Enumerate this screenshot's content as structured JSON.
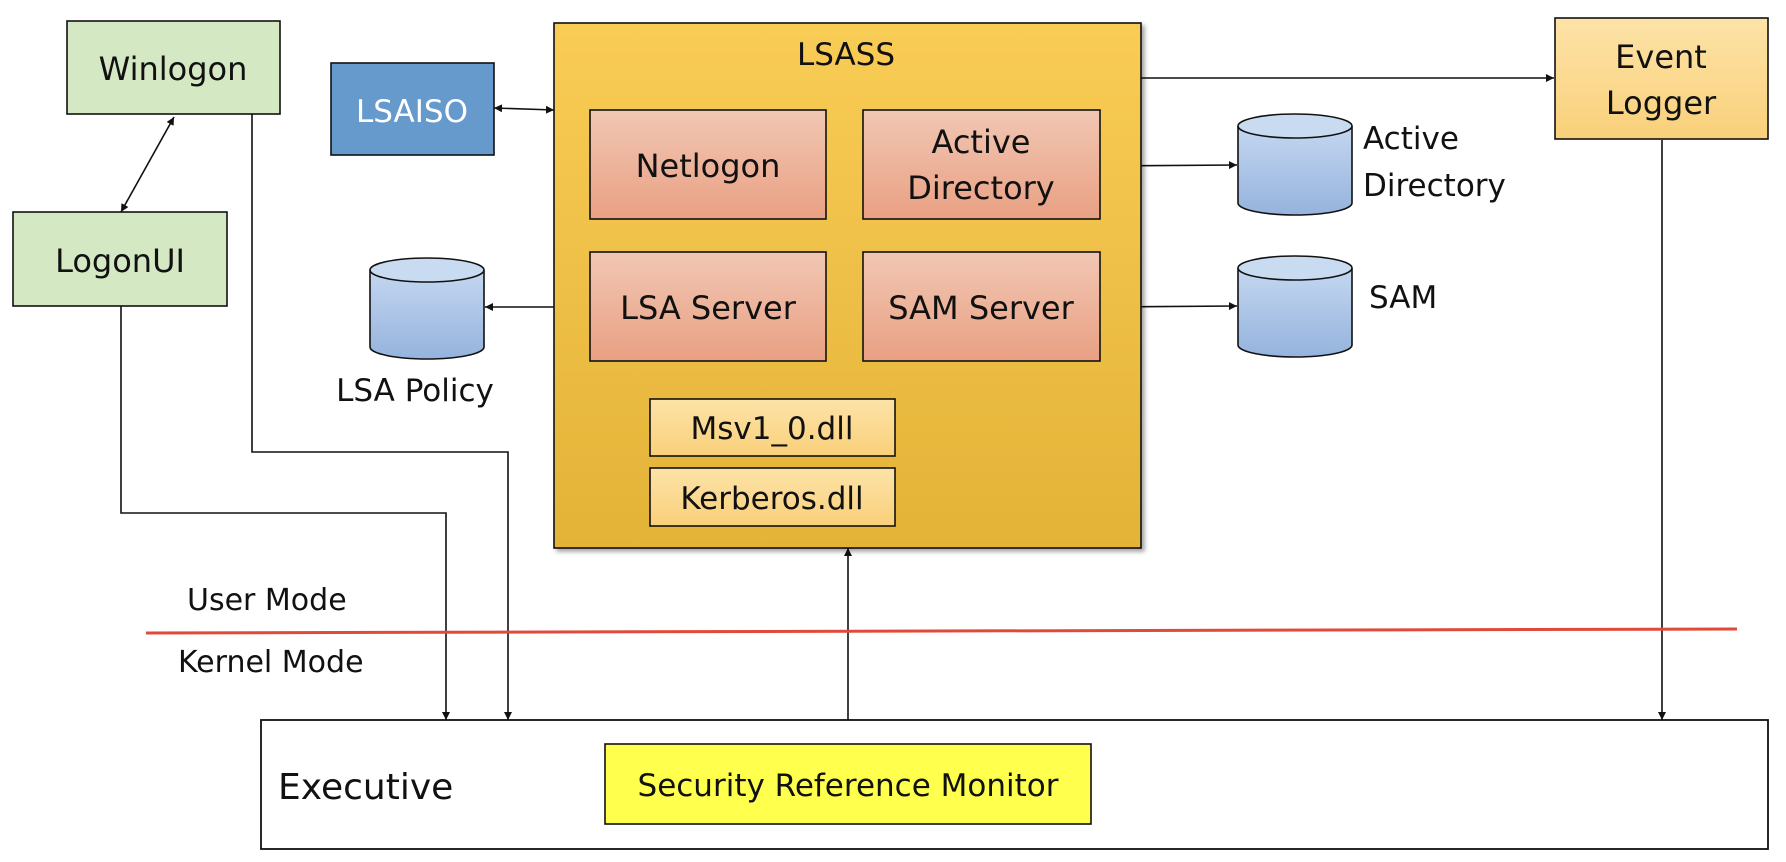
{
  "colors": {
    "green_box": "#d5e8c4",
    "blue_box": "#6699cc",
    "lsass_top": "#f9cc55",
    "lsass_bottom": "#e6b638",
    "salmon_top": "#f0c3ae",
    "salmon_bottom": "#e9a286",
    "dll_box": "#fcdb93",
    "event_logger": "#fcdb93",
    "cylinder": "#a8c2e5",
    "srm": "#ffff4d",
    "mode_line": "#e04a3a"
  },
  "nodes": {
    "winlogon": "Winlogon",
    "logonui": "LogonUI",
    "lsaiso": "LSAISO",
    "lsass": "LSASS",
    "netlogon": "Netlogon",
    "active_directory_service": [
      "Active",
      "Directory"
    ],
    "lsa_server": "LSA Server",
    "sam_server": "SAM Server",
    "msv1_0": "Msv1_0.dll",
    "kerberos": "Kerberos.dll",
    "event_logger": [
      "Event",
      "Logger"
    ],
    "executive": "Executive",
    "security_reference_monitor": "Security Reference Monitor"
  },
  "stores": {
    "lsa_policy": "LSA Policy",
    "active_directory_db": [
      "Active",
      "Directory"
    ],
    "sam_db": "SAM"
  },
  "modes": {
    "user": "User Mode",
    "kernel": "Kernel Mode"
  }
}
